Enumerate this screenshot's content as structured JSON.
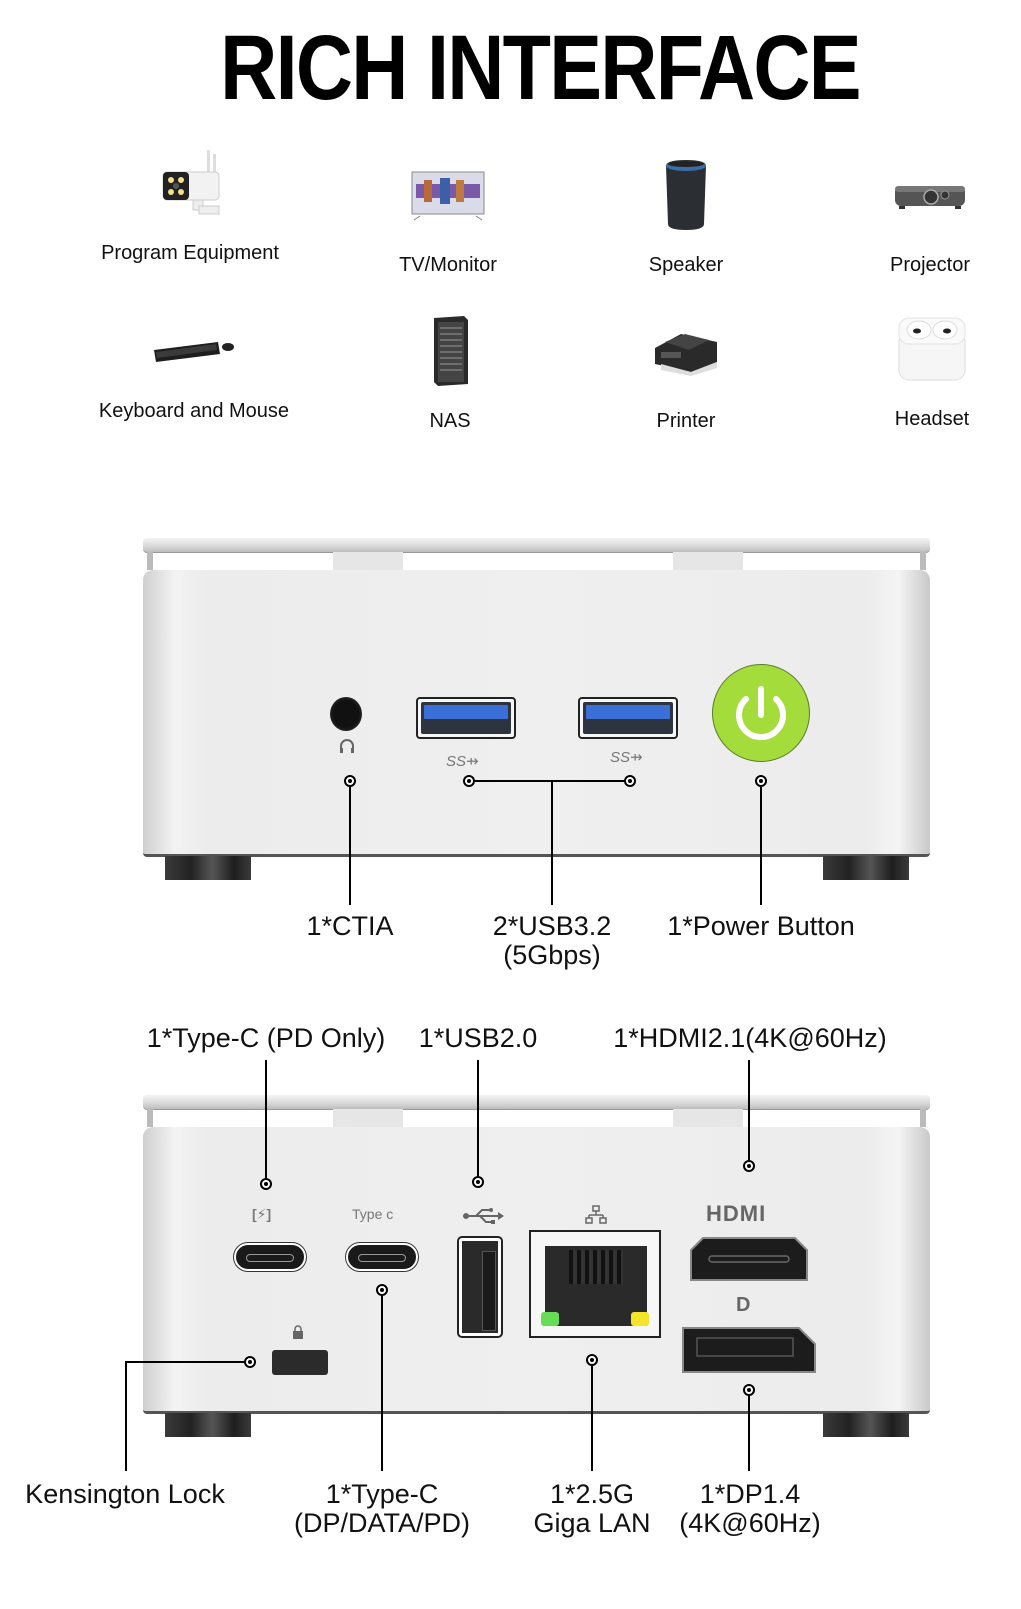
{
  "title": "RICH INTERFACE",
  "devices": [
    {
      "label": "Program Equipment",
      "icon": "security-camera-icon"
    },
    {
      "label": "TV/Monitor",
      "icon": "tv-monitor-icon"
    },
    {
      "label": "Speaker",
      "icon": "smart-speaker-icon"
    },
    {
      "label": "Projector",
      "icon": "projector-icon"
    },
    {
      "label": "Keyboard and Mouse",
      "icon": "keyboard-mouse-icon"
    },
    {
      "label": "NAS",
      "icon": "nas-server-icon"
    },
    {
      "label": "Printer",
      "icon": "printer-icon"
    },
    {
      "label": "Headset",
      "icon": "earbuds-icon"
    }
  ],
  "front_panel": {
    "port_marks": {
      "usb_a": "SS",
      "audio": "headset-icon"
    },
    "callouts": {
      "ctia": "1*CTIA",
      "usb32_line1": "2*USB3.2",
      "usb32_line2": "(5Gbps)",
      "power": "1*Power Button"
    },
    "colors": {
      "power_button": "#a4dc3c",
      "usb3_blue": "#3a6fd8"
    }
  },
  "rear_panel": {
    "port_marks": {
      "pd": "[⚡]",
      "typec": "Type c",
      "hdmi": "HDMI",
      "dp": "D"
    },
    "callouts": {
      "typec_pd": "1*Type-C (PD Only)",
      "usb20": "1*USB2.0",
      "hdmi": "1*HDMI2.1(4K@60Hz)",
      "kensington": "Kensington Lock",
      "typec_full_line1": "1*Type-C",
      "typec_full_line2": "(DP/DATA/PD)",
      "lan_line1": "1*2.5G",
      "lan_line2": "Giga LAN",
      "dp_line1": "1*DP1.4",
      "dp_line2": "(4K@60Hz)"
    },
    "colors": {
      "lan_led_left": "#66dd55",
      "lan_led_right": "#f2e52a"
    }
  }
}
